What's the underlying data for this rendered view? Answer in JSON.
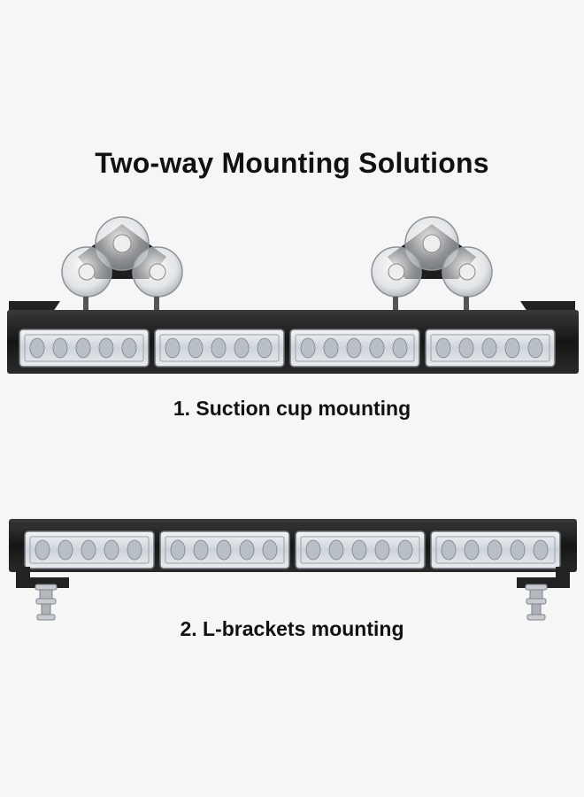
{
  "title": "Two-way Mounting Solutions",
  "sections": [
    {
      "caption": "1. Suction cup mounting"
    },
    {
      "caption": "2. L-brackets mounting"
    }
  ],
  "colors": {
    "background": "#f6f6f6",
    "text": "#111111",
    "bar_housing": "#1b1b1b",
    "lens": "#d9dde2"
  }
}
